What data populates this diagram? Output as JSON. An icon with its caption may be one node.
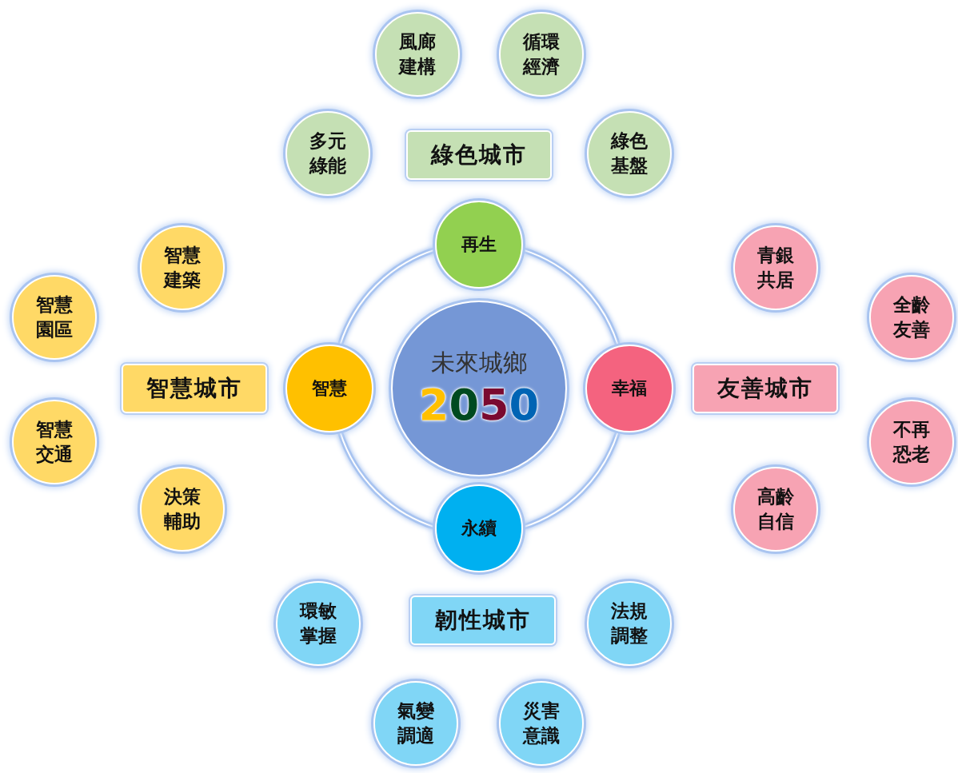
{
  "diagram": {
    "nodes": [
      {
        "text": [
          "風廊建構"
        ]
      },
      {
        "text": [
          "循環經濟"
        ]
      },
      {
        "text": [
          "多元綠能"
        ]
      },
      {
        "text": [
          "綠色城市"
        ]
      },
      {
        "text": [
          "綠色基盤"
        ]
      },
      {
        "text": [
          "再生"
        ]
      },
      {
        "text": [
          "青銀共居"
        ]
      },
      {
        "text": [
          "智慧建築"
        ]
      },
      {
        "text": [
          "全齡友善"
        ]
      },
      {
        "text": [
          "智慧園區"
        ]
      },
      {
        "text": [
          "智慧城市"
        ]
      },
      {
        "text": [
          "智慧"
        ]
      },
      {
        "text": [
          "未來城鄉",
          "2050"
        ]
      },
      {
        "text": [
          "幸福"
        ]
      },
      {
        "text": [
          "友善城市"
        ]
      },
      {
        "text": [
          "智慧交通"
        ]
      },
      {
        "text": [
          "不再恐老"
        ]
      },
      {
        "text": [
          "決策輔助"
        ]
      },
      {
        "text": [
          "高齡自信"
        ]
      },
      {
        "text": [
          "永續"
        ]
      },
      {
        "text": [
          "環敏掌握"
        ]
      },
      {
        "text": [
          "韌性城市"
        ]
      },
      {
        "text": [
          "法規調整"
        ]
      },
      {
        "text": [
          "氣變調適"
        ]
      },
      {
        "text": [
          "災害意識"
        ]
      }
    ],
    "edges": [
      {
        "from": 5,
        "to": 13,
        "arrow": "none"
      },
      {
        "from": 13,
        "to": 19,
        "arrow": "none"
      },
      {
        "from": 19,
        "to": 11,
        "arrow": "none"
      },
      {
        "from": 11,
        "to": 5,
        "arrow": "none"
      }
    ]
  }
}
